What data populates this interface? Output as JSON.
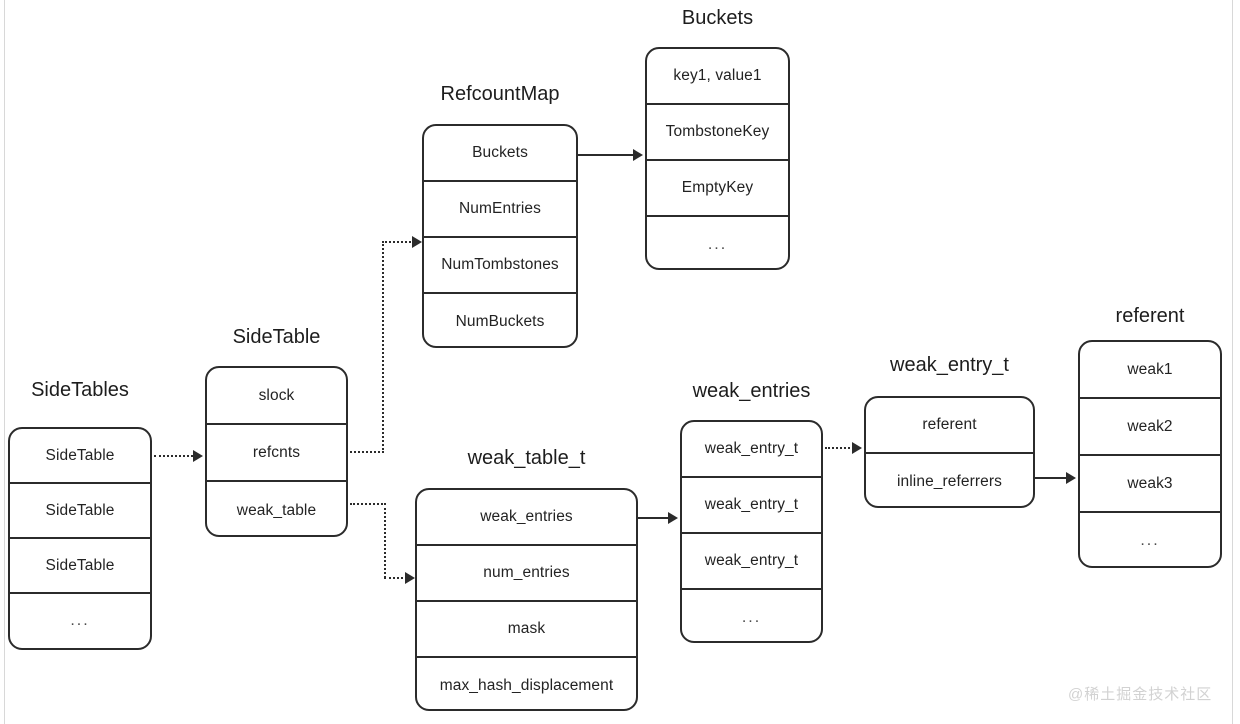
{
  "diagram": {
    "title_sidetables": "SideTables",
    "title_sidetable": "SideTable",
    "title_refcountmap": "RefcountMap",
    "title_buckets": "Buckets",
    "title_weak_table_t": "weak_table_t",
    "title_weak_entries": "weak_entries",
    "title_weak_entry_t": "weak_entry_t",
    "title_referent": "referent",
    "ellipsis": "...",
    "watermark": "@稀土掘金技术社区"
  },
  "sidetables": {
    "rows": [
      {
        "label": "SideTable"
      },
      {
        "label": "SideTable"
      },
      {
        "label": "SideTable"
      },
      {
        "label": "..."
      }
    ]
  },
  "sidetable": {
    "rows": [
      {
        "label": "slock"
      },
      {
        "label": "refcnts"
      },
      {
        "label": "weak_table"
      }
    ]
  },
  "refcountmap": {
    "rows": [
      {
        "label": "Buckets"
      },
      {
        "label": "NumEntries"
      },
      {
        "label": "NumTombstones"
      },
      {
        "label": "NumBuckets"
      }
    ]
  },
  "buckets": {
    "rows": [
      {
        "label": "key1, value1"
      },
      {
        "label": "TombstoneKey"
      },
      {
        "label": "EmptyKey"
      },
      {
        "label": "..."
      }
    ]
  },
  "weak_table_t": {
    "rows": [
      {
        "label": "weak_entries"
      },
      {
        "label": "num_entries"
      },
      {
        "label": "mask"
      },
      {
        "label": "max_hash_displacement"
      }
    ]
  },
  "weak_entries": {
    "rows": [
      {
        "label": "weak_entry_t"
      },
      {
        "label": "weak_entry_t"
      },
      {
        "label": "weak_entry_t"
      },
      {
        "label": "..."
      }
    ]
  },
  "weak_entry_t": {
    "rows": [
      {
        "label": "referent"
      },
      {
        "label": "inline_referrers"
      }
    ]
  },
  "referent": {
    "rows": [
      {
        "label": "weak1"
      },
      {
        "label": "weak2"
      },
      {
        "label": "weak3"
      },
      {
        "label": "..."
      }
    ]
  },
  "colors": {
    "stroke": "#2b2b2b",
    "background": "#ffffff",
    "text": "#232323",
    "watermark": "#d2d2d2"
  }
}
